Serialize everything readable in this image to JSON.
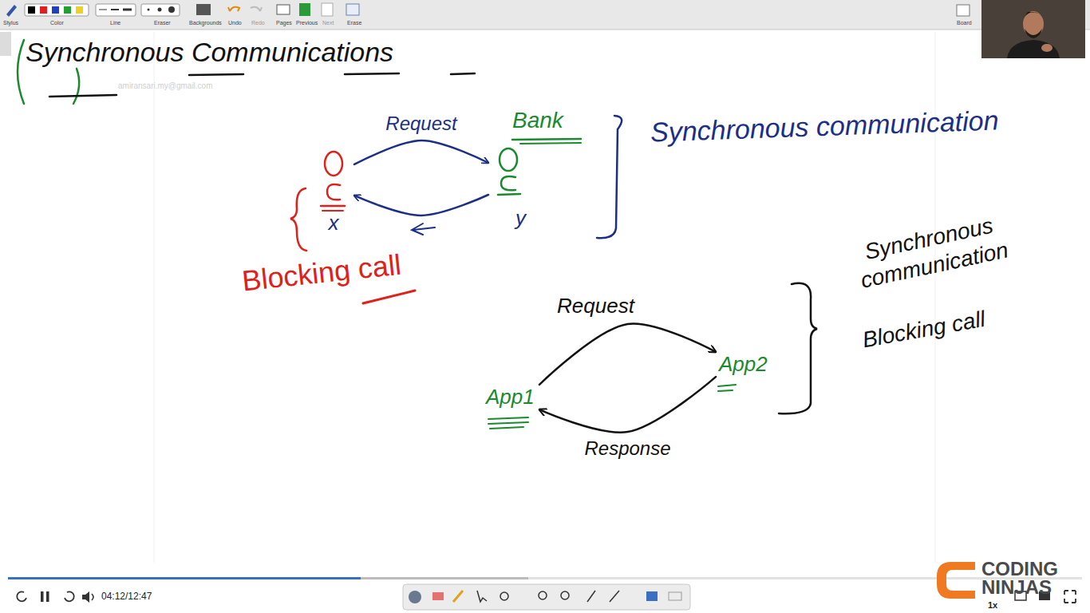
{
  "diagram": {
    "title": "Synchronous Communications",
    "nodes": [
      {
        "text": [
          "x"
        ]
      },
      {
        "text": [
          "Bank",
          "y"
        ]
      },
      {
        "text": [
          "App1"
        ]
      },
      {
        "text": [
          "App2"
        ]
      }
    ],
    "edges": [
      {
        "from": 0,
        "to": 1,
        "label": "Request",
        "arrow": "to"
      },
      {
        "from": 1,
        "to": 0,
        "arrow": "to"
      },
      {
        "from": 2,
        "to": 3,
        "label": "Request",
        "arrow": "to"
      },
      {
        "from": 3,
        "to": 2,
        "label": "Response",
        "arrow": "to"
      }
    ],
    "labels": [
      "amiransari.my@gmail.com",
      "Synchronous communication",
      "Blocking call",
      "Synchronous communication",
      "Blocking call",
      "Stylus",
      "Color",
      "Line",
      "Eraser",
      "Backgrounds",
      "Undo",
      "Redo",
      "Pages",
      "Previous",
      "Next",
      "Erase",
      "Board",
      "04:12/12:47",
      "1x",
      "CODING",
      "NINJAS"
    ]
  }
}
